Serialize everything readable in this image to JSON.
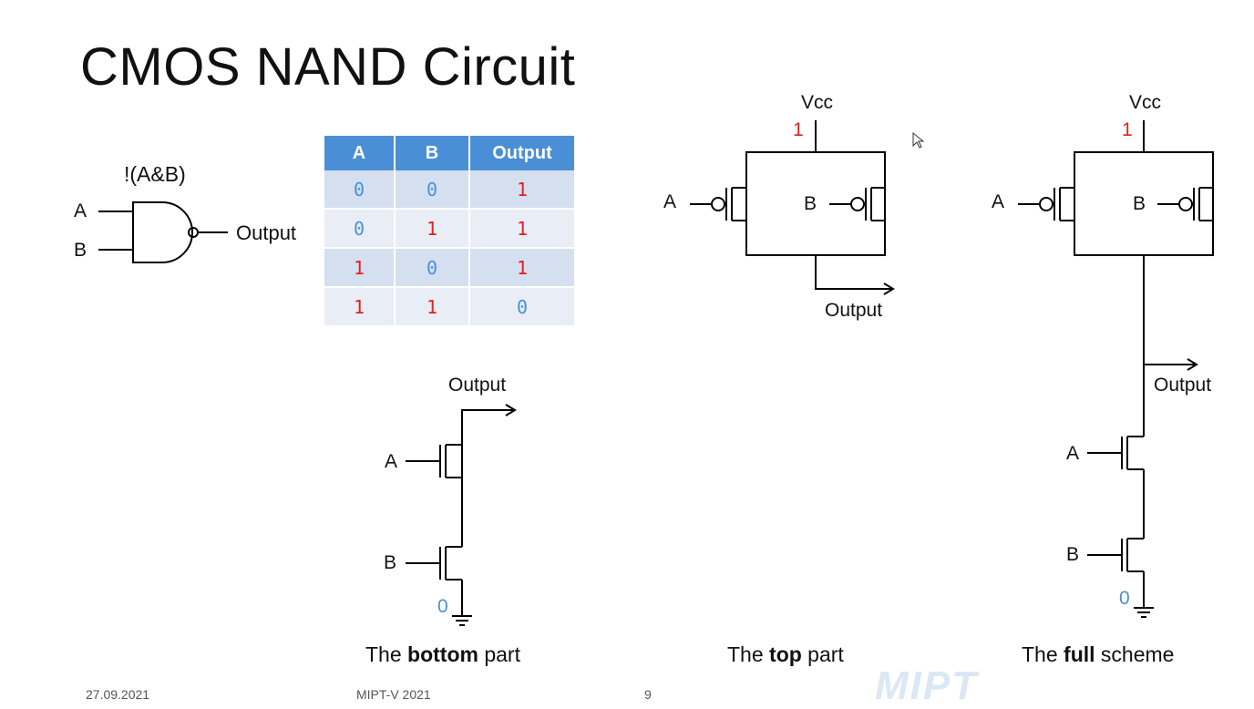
{
  "slide": {
    "title": "CMOS NAND Circuit",
    "gate": {
      "expression": "!(A&B)",
      "input_a": "A",
      "input_b": "B",
      "output": "Output"
    },
    "truth_table": {
      "headers": [
        "A",
        "B",
        "Output"
      ],
      "rows": [
        [
          "0",
          "0",
          "1"
        ],
        [
          "0",
          "1",
          "1"
        ],
        [
          "1",
          "0",
          "1"
        ],
        [
          "1",
          "1",
          "0"
        ]
      ],
      "colors": {
        "zero": "#4a90d9",
        "one": "#e02020",
        "header": "#4a8fd6"
      }
    },
    "bottom_part": {
      "output": "Output",
      "input_a": "A",
      "input_b": "B",
      "ground_value": "0",
      "caption_pre": "The ",
      "caption_bold": "bottom",
      "caption_post": " part"
    },
    "top_part": {
      "vcc": "Vcc",
      "vcc_value": "1",
      "input_a": "A",
      "input_b": "B",
      "output": "Output",
      "caption_pre": "The ",
      "caption_bold": "top",
      "caption_post": " part"
    },
    "full_scheme": {
      "vcc": "Vcc",
      "vcc_value": "1",
      "input_a_top": "A",
      "input_b_top": "B",
      "output": "Output",
      "input_a_bottom": "A",
      "input_b_bottom": "B",
      "ground_value": "0",
      "caption_pre": "The ",
      "caption_bold": "full",
      "caption_post": " scheme"
    },
    "footer": {
      "date": "27.09.2021",
      "event": "MIPT-V 2021",
      "page": "9",
      "logo": "MIPT"
    }
  }
}
